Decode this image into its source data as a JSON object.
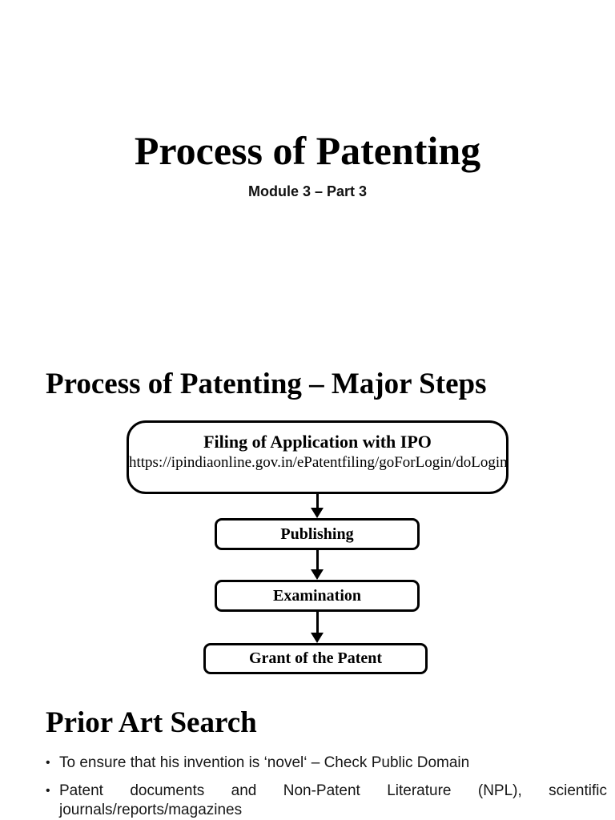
{
  "page": {
    "background_color": "#ffffff",
    "text_color": "#000000",
    "bullet_char": "•"
  },
  "slides": [
    {
      "name": "title-slide",
      "title": "Process of Patenting",
      "subtitle": "Module 3 – Part 3"
    },
    {
      "name": "major-steps-slide",
      "heading": "Process of Patenting – Major Steps",
      "flowchart": {
        "direction": "top-down",
        "nodes": [
          {
            "title": "Filing of Application with IPO",
            "subtitle": "https://ipindiaonline.gov.in/ePatentfiling/goForLogin/doLogin"
          },
          {
            "title": "Publishing"
          },
          {
            "title": "Examination"
          },
          {
            "title": "Grant of the Patent"
          }
        ]
      }
    },
    {
      "name": "prior-art-slide",
      "heading": "Prior Art Search",
      "bullets": [
        "To ensure that his invention is ‘novel‘ – Check Public Domain",
        "Patent documents and Non-Patent Literature (NPL), scientific journals/reports/magazines"
      ]
    }
  ]
}
